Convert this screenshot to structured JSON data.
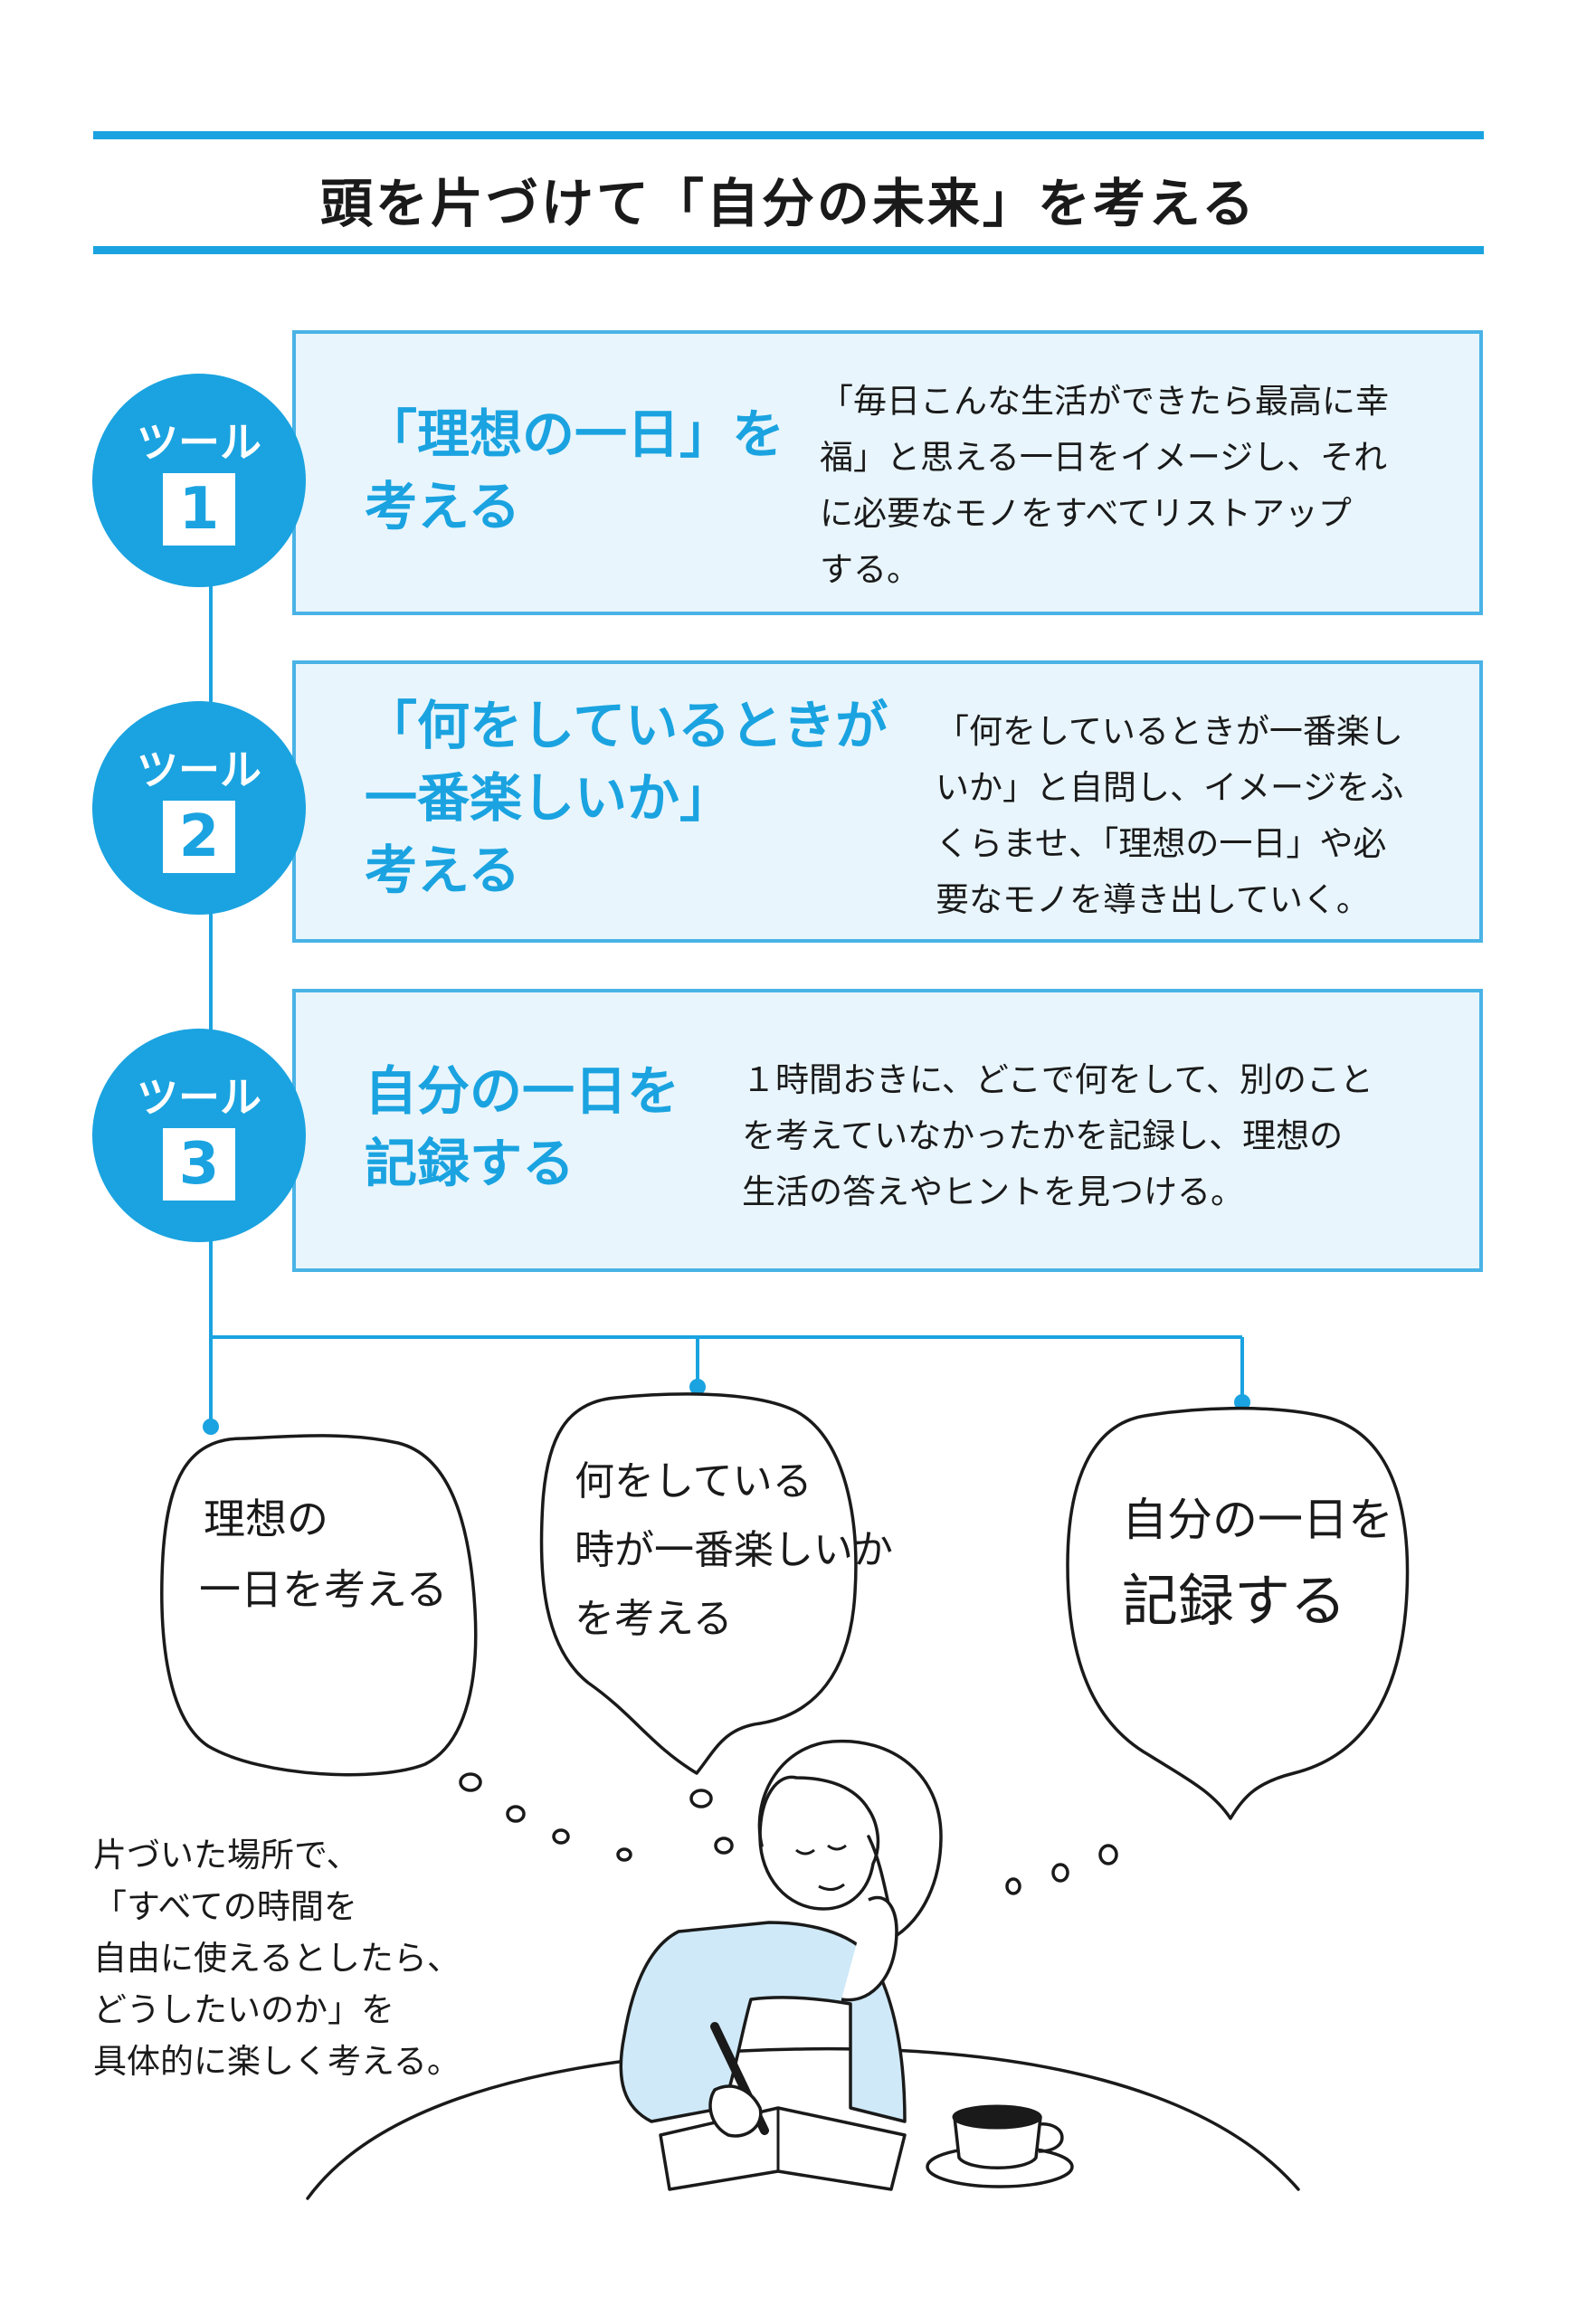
{
  "header": {
    "title": "頭を片づけて「自分の未来」を考える"
  },
  "tools": [
    {
      "label": "ツール",
      "number": "1",
      "title_lines": [
        "「理想の一日」を",
        "考える"
      ],
      "desc_lines": [
        "「毎日こんな生活ができたら最高に幸",
        "福」と思える一日をイメージし、それ",
        "に必要なモノをすべてリストアップ",
        "する。"
      ]
    },
    {
      "label": "ツール",
      "number": "2",
      "title_lines": [
        "「何をしているときが",
        "一番楽しいか」",
        "考える"
      ],
      "desc_lines": [
        "「何をしているときが一番楽し",
        "いか」と自問し、イメージをふ",
        "くらませ、「理想の一日」や必",
        "要なモノを導き出していく。"
      ]
    },
    {
      "label": "ツール",
      "number": "3",
      "title_lines": [
        "自分の一日を",
        "記録する"
      ],
      "desc_lines": [
        "１時間おきに、どこで何をして、別のこと",
        "を考えていなかったかを記録し、理想の",
        "生活の答えやヒントを見つける。"
      ]
    }
  ],
  "bubbles": [
    {
      "lines": [
        "理想の",
        "一日を考える"
      ]
    },
    {
      "lines": [
        "何をしている",
        "時が一番楽しいか",
        "を考える"
      ]
    },
    {
      "lines": [
        "自分の一日を",
        "記録する"
      ]
    }
  ],
  "caption": {
    "lines": [
      "片づいた場所で、",
      "「すべての時間を",
      "自由に使えるとしたら、",
      "どうしたいのか」を",
      "具体的に楽しく考える。"
    ]
  },
  "colors": {
    "accent": "#1aa3e0",
    "box_fill": "#e8f5fc",
    "box_border": "#4ab3e6",
    "shirt": "#cfe9f8"
  }
}
